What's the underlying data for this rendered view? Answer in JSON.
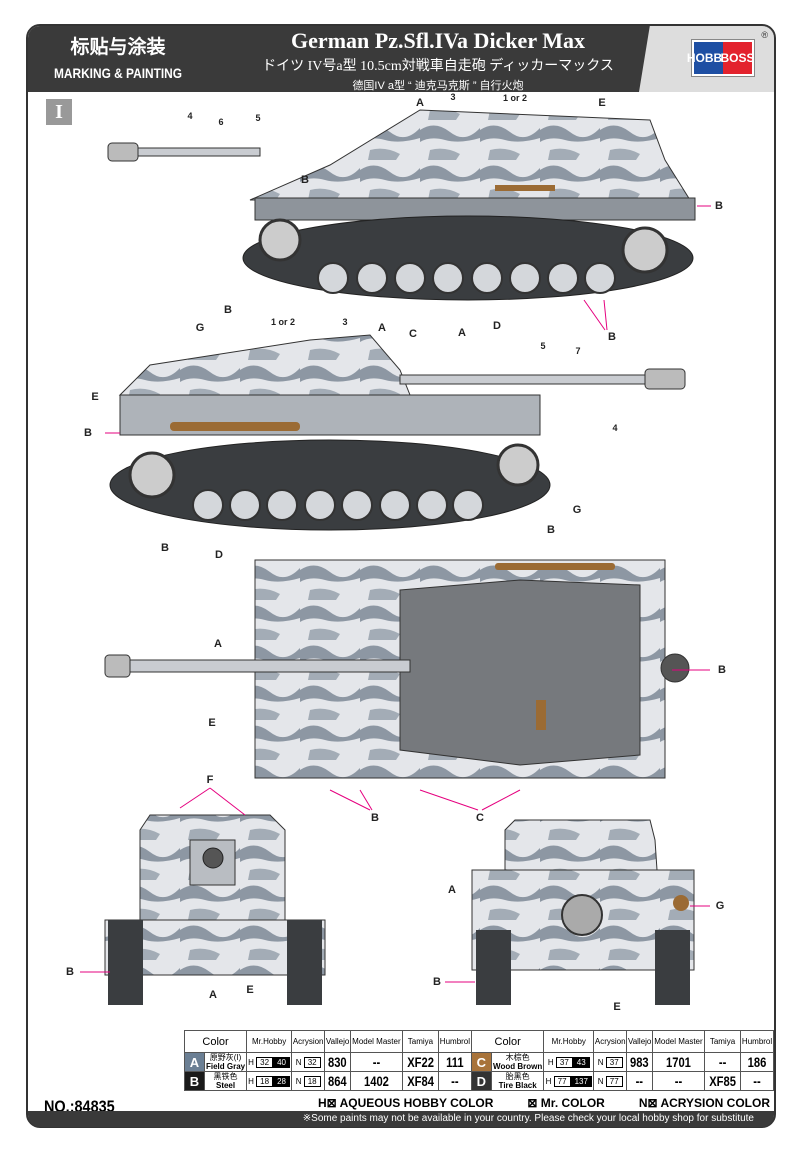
{
  "header": {
    "title_cn": "标贴与涂装",
    "title_en": "MARKING & PAINTING",
    "title": "German Pz.Sfl.IVa Dicker Max",
    "subtitle_jp": "ドイツ IV号a型 10.5cm対戦車自走砲 ディッカーマックス",
    "subtitle_cn": "德国IV a型 “ 迪克马克斯 ” 自行火炮",
    "logo_left": "HOBBY",
    "logo_right": "BOSS",
    "registered": "®"
  },
  "section": "I",
  "callouts": {
    "right_view": [
      "4",
      "6",
      "5",
      "A",
      "3",
      "1 or 2",
      "E",
      "B",
      "B",
      "A",
      "D",
      "B"
    ],
    "left_view": [
      "B",
      "G",
      "1 or 2",
      "3",
      "A",
      "C",
      "E",
      "B",
      "5",
      "7",
      "4",
      "B",
      "D"
    ],
    "top_view": [
      "B",
      "G",
      "A",
      "E",
      "B",
      "B",
      "C"
    ],
    "front_view": [
      "F",
      "B",
      "A",
      "E"
    ],
    "rear_view": [
      "A",
      "G",
      "B",
      "E"
    ]
  },
  "colors": {
    "A": "#6b7f94",
    "B": "#1a1a1a",
    "C": "#a8733a",
    "D": "#333333",
    "accent": "#e5007f"
  },
  "table": {
    "headers": [
      "Color",
      "Mr.Hobby",
      "Acrysion",
      "Vallejo",
      "Model Master",
      "Tamiya",
      "Humbrol"
    ],
    "rows": [
      [
        {
          "letter": "A",
          "cn": "原野灰(I)",
          "en": "Field Gray",
          "h": [
            "32",
            "40"
          ],
          "n": "32",
          "vallejo": "830",
          "mm": "--",
          "tamiya": "XF22",
          "humbrol": "111"
        },
        {
          "letter": "C",
          "cn": "木棕色",
          "en": "Wood Brown",
          "h": [
            "37",
            "43"
          ],
          "n": "37",
          "vallejo": "983",
          "mm": "1701",
          "tamiya": "--",
          "humbrol": "186"
        }
      ],
      [
        {
          "letter": "B",
          "cn": "黑铁色",
          "en": "Steel",
          "h": [
            "18",
            "28"
          ],
          "n": "18",
          "vallejo": "864",
          "mm": "1402",
          "tamiya": "XF84",
          "humbrol": "--"
        },
        {
          "letter": "D",
          "cn": "胎黑色",
          "en": "Tire Black",
          "h": [
            "77",
            "137"
          ],
          "n": "77",
          "vallejo": "--",
          "mm": "--",
          "tamiya": "XF85",
          "humbrol": "--"
        }
      ]
    ]
  },
  "legend": [
    "H⊠ AQUEOUS HOBBY COLOR",
    "⊠ Mr. COLOR",
    "N⊠ ACRYSION COLOR"
  ],
  "product_no": "NO.:84835",
  "footer": "※Some paints may not be available in your country. Please check your local hobby shop for substitute"
}
